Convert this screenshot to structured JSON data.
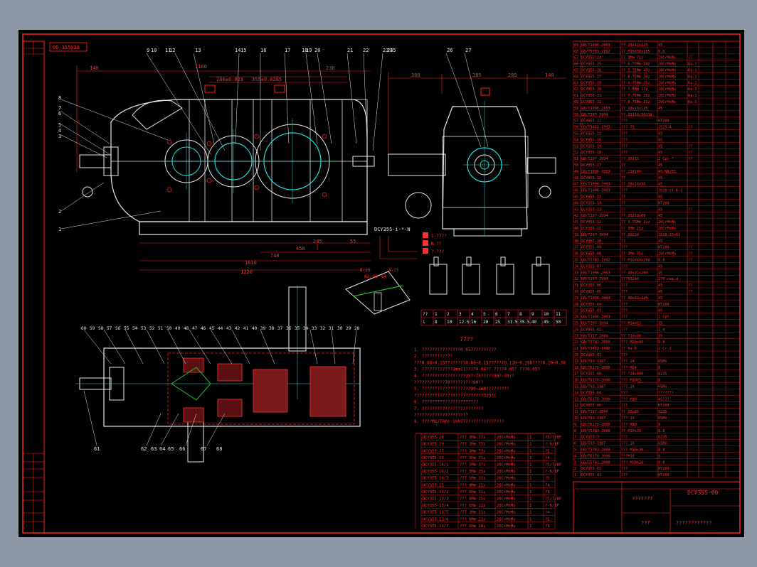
{
  "drawing": {
    "stamp": "0D-355X30",
    "title_block": {
      "drawing_no": "DCY355-00",
      "name": "???????",
      "company": "????????????",
      "designer": "???"
    },
    "model_label": "DCY355-i-*-N",
    "option_labels": [
      "S-????",
      "N-??",
      "?-???"
    ],
    "dim_labels": [
      "140",
      "1160",
      "280±0.023",
      "355±0.0285",
      "230",
      "300",
      "285",
      "285",
      "140",
      "450",
      "245",
      "55",
      "740",
      "1610",
      "1220"
    ],
    "top_balloons": [
      "9",
      "10",
      "11",
      "12",
      "13",
      "14",
      "15",
      "16",
      "17",
      "18",
      "19",
      "20",
      "21",
      "22",
      "23",
      "24",
      "25",
      "26",
      "27"
    ],
    "left_balloons": [
      "8",
      "7",
      "6",
      "5",
      "4",
      "3",
      "2",
      "1"
    ],
    "section_balloons_top": [
      "60",
      "59",
      "58",
      "57",
      "56",
      "55",
      "54",
      "53",
      "52",
      "51",
      "50",
      "49",
      "48",
      "47",
      "46",
      "45",
      "44",
      "43",
      "42",
      "41",
      "40",
      "39",
      "38",
      "37",
      "36",
      "35",
      "34",
      "33",
      "32",
      "31",
      "30",
      "29",
      "28"
    ],
    "section_balloons_bottom": [
      "61",
      "62",
      "63",
      "64",
      "65",
      "66",
      "67",
      "68"
    ],
    "detail_labels": [
      "B-i5",
      "62",
      "63",
      "64",
      "A-i5"
    ],
    "ratio_table": {
      "headers": [
        "??",
        "1",
        "2",
        "3",
        "4",
        "5",
        "6",
        "7",
        "8",
        "9",
        "10",
        "11"
      ],
      "row": [
        "i",
        "8",
        "10",
        "12.5",
        "16",
        "20",
        "25",
        "31.5",
        "35.5",
        "40",
        "45",
        "50"
      ]
    },
    "notes_title": "????",
    "notes": [
      "1. ???????????????0.05??????????",
      "2. ????????????",
      "   ???0.08~0.15????????0.08~0.15??????0.120~0.200????0.20~0.30",
      "3. ????????????Jmm??????0.04??  ????0.05?   ???0.05?",
      "4. ?????????????????35?~75?????90?~70??",
      "   ????????????70?????????90??",
      "5. ???????????????????90~160?????????",
      "   ???????????????????????????325?C",
      "6. ??????????????????????",
      "7. ????????????????????????",
      "   ?????????????????????",
      "8. ????M1/T60)-1997????????????????"
    ],
    "gear_table": [
      [
        "DCY355-28",
        "??? 3Mm 77z",
        "20CrMnMo",
        "1",
        "?5/7/8F"
      ],
      [
        "DCY355-29",
        "??? 3Mm 75z",
        "20CrMnMo",
        "1",
        "?-6/8F"
      ],
      [
        "DCY355-27",
        "??? 3Mm 73z",
        "20CrMnMo",
        "1",
        "?5"
      ],
      [
        "DCY355-19",
        "??? 5Mm 71z",
        "20CrMnMo",
        "1",
        "?4"
      ],
      [
        "DCY355-16/1",
        "??? 5Mm 37z",
        "20CrMnMo",
        "1",
        "?5/7/8F"
      ],
      [
        "DCY355-16/2",
        "??? 5Mm 35z",
        "20CrMnMo",
        "1",
        "?-6/8F"
      ],
      [
        "DCY355-16/3",
        "??? 5Mm 33z",
        "20CrMnMo",
        "1",
        "?5"
      ],
      [
        "DCY355-15",
        "??? 8Mm 21z",
        "20CrMnMo",
        "1",
        "?4"
      ],
      [
        "DCY355-13/2",
        "??? 6Mm 31z",
        "20CrMnMo",
        "1",
        "?3"
      ],
      [
        "DCY355-13/3",
        "??? 6Mm 25z",
        "20CrMnMo",
        "1",
        "?5/7/8F"
      ],
      [
        "DCY355-13/4",
        "??? 6Mm 22z",
        "20CrMnMo",
        "1",
        "?-6/8F"
      ],
      [
        "DCY355-13/5",
        "??? 3Mm 21z",
        "20CrMnMo",
        "1",
        "?4"
      ],
      [
        "DCY355-13/6",
        "??? 6Mm 23z",
        "20CrMnMo",
        "1",
        "?5"
      ],
      [
        "DCY355-13/7",
        "??? 6Mm 28z",
        "20CrMnMo",
        "1",
        "?3"
      ]
    ],
    "bom_rows": [
      [
        "GB/T1096-2003",
        "?? 20x12x125",
        "45",
        ""
      ],
      [
        "GB/T5783-1992",
        "?? M16X30x185",
        "8.8",
        ""
      ],
      [
        "DCY355-24",
        "?? 3Mm 71z",
        "20CrMnMo",
        "??"
      ],
      [
        "DCY355-25",
        "?? 6.75Mm 34z",
        "20CrMnMo",
        "Ra-1"
      ],
      [
        "DCY355-26",
        "?? 5.75Mm 43z",
        "20CrMnMo",
        "Ra-1"
      ],
      [
        "DCY355-27",
        "?? 6.75Mm 34z",
        "20CrMnMo",
        "Ra-1"
      ],
      [
        "DCY355-28",
        "?? 3.75Mm 25z",
        "20CrMnMo",
        "Ra-2"
      ],
      [
        "DCY355-30",
        "?? 7.5Mm 17z",
        "20CrMnMo",
        "Ra-1"
      ],
      [
        "DCY355-31",
        "?? 7.75Mm 26z",
        "20CrMnMo",
        "Ra-1"
      ],
      [
        "DCY355-32",
        "?? 8.75Mm 21z",
        "20CrMnMo",
        "Ra-5"
      ],
      [
        "GB/T1096-2003",
        "?? 16x10x125",
        "45",
        ""
      ],
      [
        "GB/T297-1994",
        "?? 33110/30218",
        "",
        ""
      ],
      [
        "DCY355-21",
        "???",
        "HT200",
        ""
      ],
      [
        "GB/T3452-1992",
        "??? 75",
        "2525-A",
        "??"
      ],
      [
        "DCY355-22",
        "???",
        "45",
        ""
      ],
      [
        "DCY355-20",
        "???",
        "45",
        ""
      ],
      [
        "DCY355-19",
        "???",
        "45",
        "??"
      ],
      [
        "DCY355-18",
        "???",
        "45",
        "??"
      ],
      [
        "GB/T297-1994",
        "?? 30215",
        "2 Cpt-?",
        "??"
      ],
      [
        "DCY355-17",
        "??",
        "45",
        ""
      ],
      [
        "GB/T1096-2003",
        "?? 22X160",
        "45/NB/55",
        ""
      ],
      [
        "DCY355-16",
        "??",
        "45",
        ""
      ],
      [
        "GB/T1096-2003",
        "?? 28x14x90",
        "45",
        ""
      ],
      [
        "GB/T1096-2003",
        "???",
        "2010 cf 6-2",
        ""
      ],
      [
        "DCY355-15",
        "??",
        "45",
        ""
      ],
      [
        "DCY355-14",
        "??",
        "HT200",
        ""
      ],
      [
        "DCY355-13",
        "??",
        "45",
        "??"
      ],
      [
        "GB/T297-1994",
        "?? 30218x00",
        "45",
        ""
      ],
      [
        "DCY355-12",
        "?? 3.75Mm 21z",
        "20CrMnMo",
        ""
      ],
      [
        "DCY355-11",
        "?? 5Mm 21z",
        "20CrMnMo",
        ""
      ],
      [
        "GB/T297-1994",
        "?? 30224",
        "2010 25+61",
        ""
      ],
      [
        "DCY355-10",
        "??",
        "45",
        ""
      ],
      [
        "DCY355-09",
        "???",
        "HT200",
        "??"
      ],
      [
        "DCY355-08",
        "?? 3Mm 75z",
        "20CrMnMo",
        "??"
      ],
      [
        "GB/T5783-1992",
        "?? M16X60x200",
        "8.8",
        "??"
      ],
      [
        "DCY355-07",
        "???",
        "45",
        ""
      ],
      [
        "GB/T1096-2003",
        "?? 40x22x200",
        "45",
        ""
      ],
      [
        "GB/T297-1994",
        "???02240",
        "170 cap d",
        ""
      ],
      [
        "DCY355-06",
        "???",
        "45",
        "??"
      ],
      [
        "DCY355-05",
        "???",
        "45",
        "??"
      ],
      [
        "GB/T1096-2003",
        "?? 40x22x125",
        "45",
        ""
      ],
      [
        "DCY355-04",
        "???",
        "HT200",
        ""
      ],
      [
        "DCY355-03",
        "???",
        "45",
        ""
      ],
      [
        "GB/T1096-2003",
        "???",
        "2 Cpt",
        ""
      ],
      [
        "GB/T297-1994",
        "?? M14X15",
        "35",
        ""
      ],
      [
        "DCY355-02",
        "???",
        "1.4",
        ""
      ],
      [
        "GB/T117-2000",
        "?? ?10x80",
        "35",
        ""
      ],
      [
        "GB/T5782-2000",
        "??? M20x80",
        "8.8",
        ""
      ],
      [
        "GB/T3452-1992",
        "?? 9a.8",
        "2 Cr-2",
        ""
      ],
      [
        "DCY355-01",
        "???",
        "",
        ""
      ],
      [
        "GB/T93-1987",
        "??? 24",
        "65Mn",
        ""
      ],
      [
        "GB/T6170-2000",
        "??? M24",
        "8",
        ""
      ],
      [
        "DCY355-00",
        "?? ?24x400",
        "Q235",
        ""
      ],
      [
        "GB/T6170-2000",
        "??? M20X5",
        "8",
        ""
      ],
      [
        "GB/T93-1987",
        "??? 16",
        "65Mn",
        ""
      ],
      [
        "DCY355-04",
        "???",
        "???????",
        ""
      ],
      [
        "GB/T6170-2000",
        "??? M16",
        "45???",
        ""
      ],
      [
        "DCY355-06",
        "???",
        "HT200",
        ""
      ],
      [
        "GB/T117-2000",
        "?? 10x85",
        "Q235",
        ""
      ],
      [
        "GB/T93-1987",
        "??? 10",
        "65Mn",
        ""
      ],
      [
        "GB/T6170-2000",
        "??? M10",
        "8",
        ""
      ],
      [
        "GB/T5783-2000",
        "?? M10x30",
        "8.8",
        ""
      ],
      [
        "DCY355-3",
        "???",
        "Q235",
        ""
      ],
      [
        "GB/T93-1987",
        "??? 16",
        "65Mn",
        ""
      ],
      [
        "GB/T5783-2000",
        "??? M16x30",
        "8.8",
        ""
      ],
      [
        "GB/T6170-2000",
        "???M16",
        "8",
        ""
      ],
      [
        "GB/T5782-2000",
        "??? M20X20",
        "8.8",
        ""
      ],
      [
        "DCY355-02",
        "???",
        "HT200",
        ""
      ],
      [
        "DCY355-01",
        "???",
        "HT200",
        ""
      ]
    ]
  }
}
